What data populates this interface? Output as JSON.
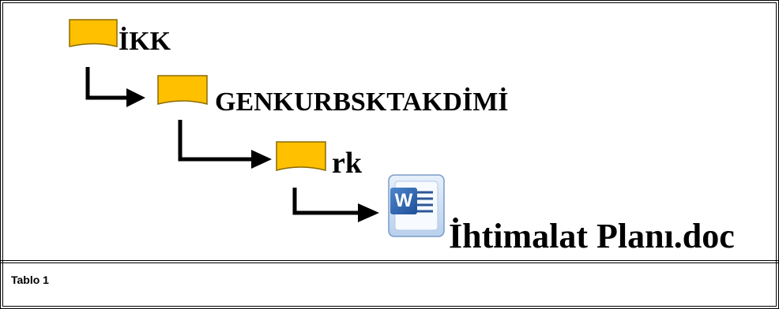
{
  "tree": {
    "root": {
      "label": "İKK",
      "icon": "folder-icon"
    },
    "level1": {
      "label": "GENKURBSKTAKDİMİ",
      "icon": "folder-icon"
    },
    "level2": {
      "label": "rk",
      "icon": "folder-icon"
    },
    "file": {
      "label": "İhtimalat Planı.doc",
      "icon": "word-document-icon"
    }
  },
  "caption": "Tablo 1",
  "colors": {
    "folder": "#FFC000",
    "folder_stroke": "#7F6000",
    "word_blue": "#2B5797",
    "line": "#000000"
  }
}
